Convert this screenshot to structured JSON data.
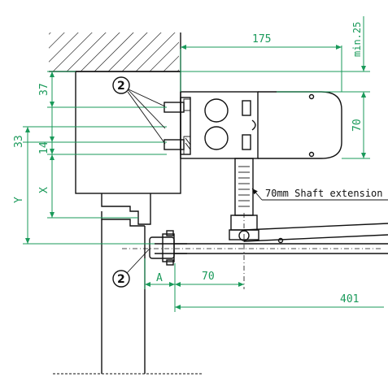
{
  "dimensions": {
    "width_175": "175",
    "min_25": "min.25",
    "height_70": "70",
    "d37": "37",
    "d33": "33",
    "d14": "14",
    "x": "X",
    "y": "Y",
    "a": "A",
    "d70": "70",
    "d401": "401"
  },
  "annotations": {
    "shaft_extension": "70mm Shaft extension"
  },
  "callouts": {
    "top": "2",
    "bottom": "2"
  },
  "colors": {
    "dimension": "#1a9a5a",
    "outline": "#111111"
  }
}
